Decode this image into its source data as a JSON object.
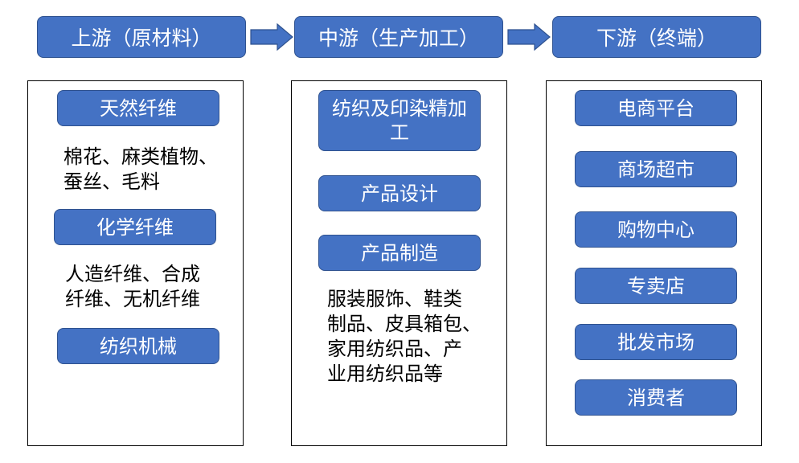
{
  "stages": {
    "upstream": "上游（原材料）",
    "midstream": "中游（生产加工）",
    "downstream": "下游（终端）"
  },
  "upstream": {
    "natural_fiber": "天然纤维",
    "natural_fiber_desc": [
      "棉花、麻类植物、",
      "蚕丝、毛料"
    ],
    "chemical_fiber": "化学纤维",
    "chemical_fiber_desc": [
      "人造纤维、合成",
      "纤维、无机纤维"
    ],
    "textile_machinery": "纺织机械"
  },
  "midstream": {
    "processing": "纺织及印染精加工",
    "design": "产品设计",
    "manufacturing": "产品制造",
    "products_desc": [
      "服装服饰、鞋类",
      "制品、皮具箱包、",
      "家用纺织品、产",
      "业用纺织品等"
    ]
  },
  "downstream": {
    "items": [
      "电商平台",
      "商场超市",
      "购物中心",
      "专卖店",
      "批发市场",
      "消费者"
    ]
  },
  "colors": {
    "box_fill": "#4472c4",
    "box_border": "#2f528f"
  }
}
